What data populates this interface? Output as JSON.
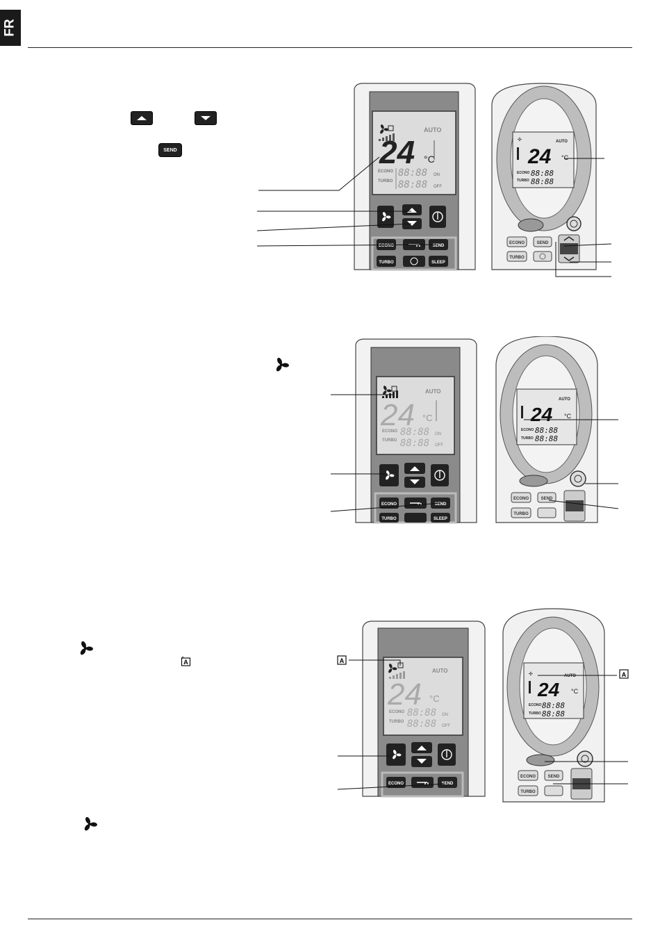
{
  "page": {
    "lang_tab": "FR"
  },
  "icons": {
    "up": "chevron-up-icon",
    "down": "chevron-down-icon",
    "send": "send-key-icon",
    "fan": "fan-icon",
    "auto_fan": "auto-fan-icon"
  },
  "remote": {
    "temp": "24",
    "unit": "°C",
    "unit_c": "C",
    "clock": "88:88",
    "auto": "AUTO",
    "econo": "ECONO",
    "turbo": "TURBO",
    "send": "SEND",
    "sleep": "SLEEP",
    "on": "ON",
    "off": "OFF",
    "auto_badge": "A"
  },
  "colors": {
    "accent": "#1a1a1a",
    "body": "#e6e6e6",
    "shell": "#f1f1f1"
  }
}
